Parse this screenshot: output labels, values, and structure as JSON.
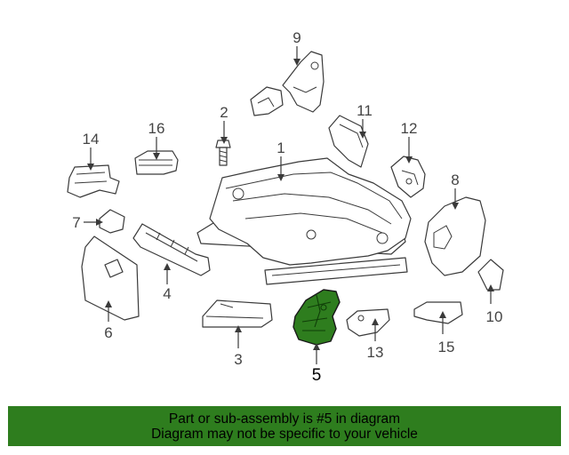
{
  "diagram": {
    "callouts": {
      "c1": "1",
      "c2": "2",
      "c3": "3",
      "c4": "4",
      "c5": "5",
      "c6": "6",
      "c7": "7",
      "c8": "8",
      "c9": "9",
      "c10": "10",
      "c11": "11",
      "c12": "12",
      "c13": "13",
      "c14": "14",
      "c15": "15",
      "c16": "16"
    },
    "highlighted_part": "5",
    "highlight_color": "#2e7d1e"
  },
  "banner": {
    "line1": "Part or sub-assembly is #5 in diagram",
    "line2": "Diagram may not be specific to your vehicle",
    "background": "#2e7d1e"
  }
}
